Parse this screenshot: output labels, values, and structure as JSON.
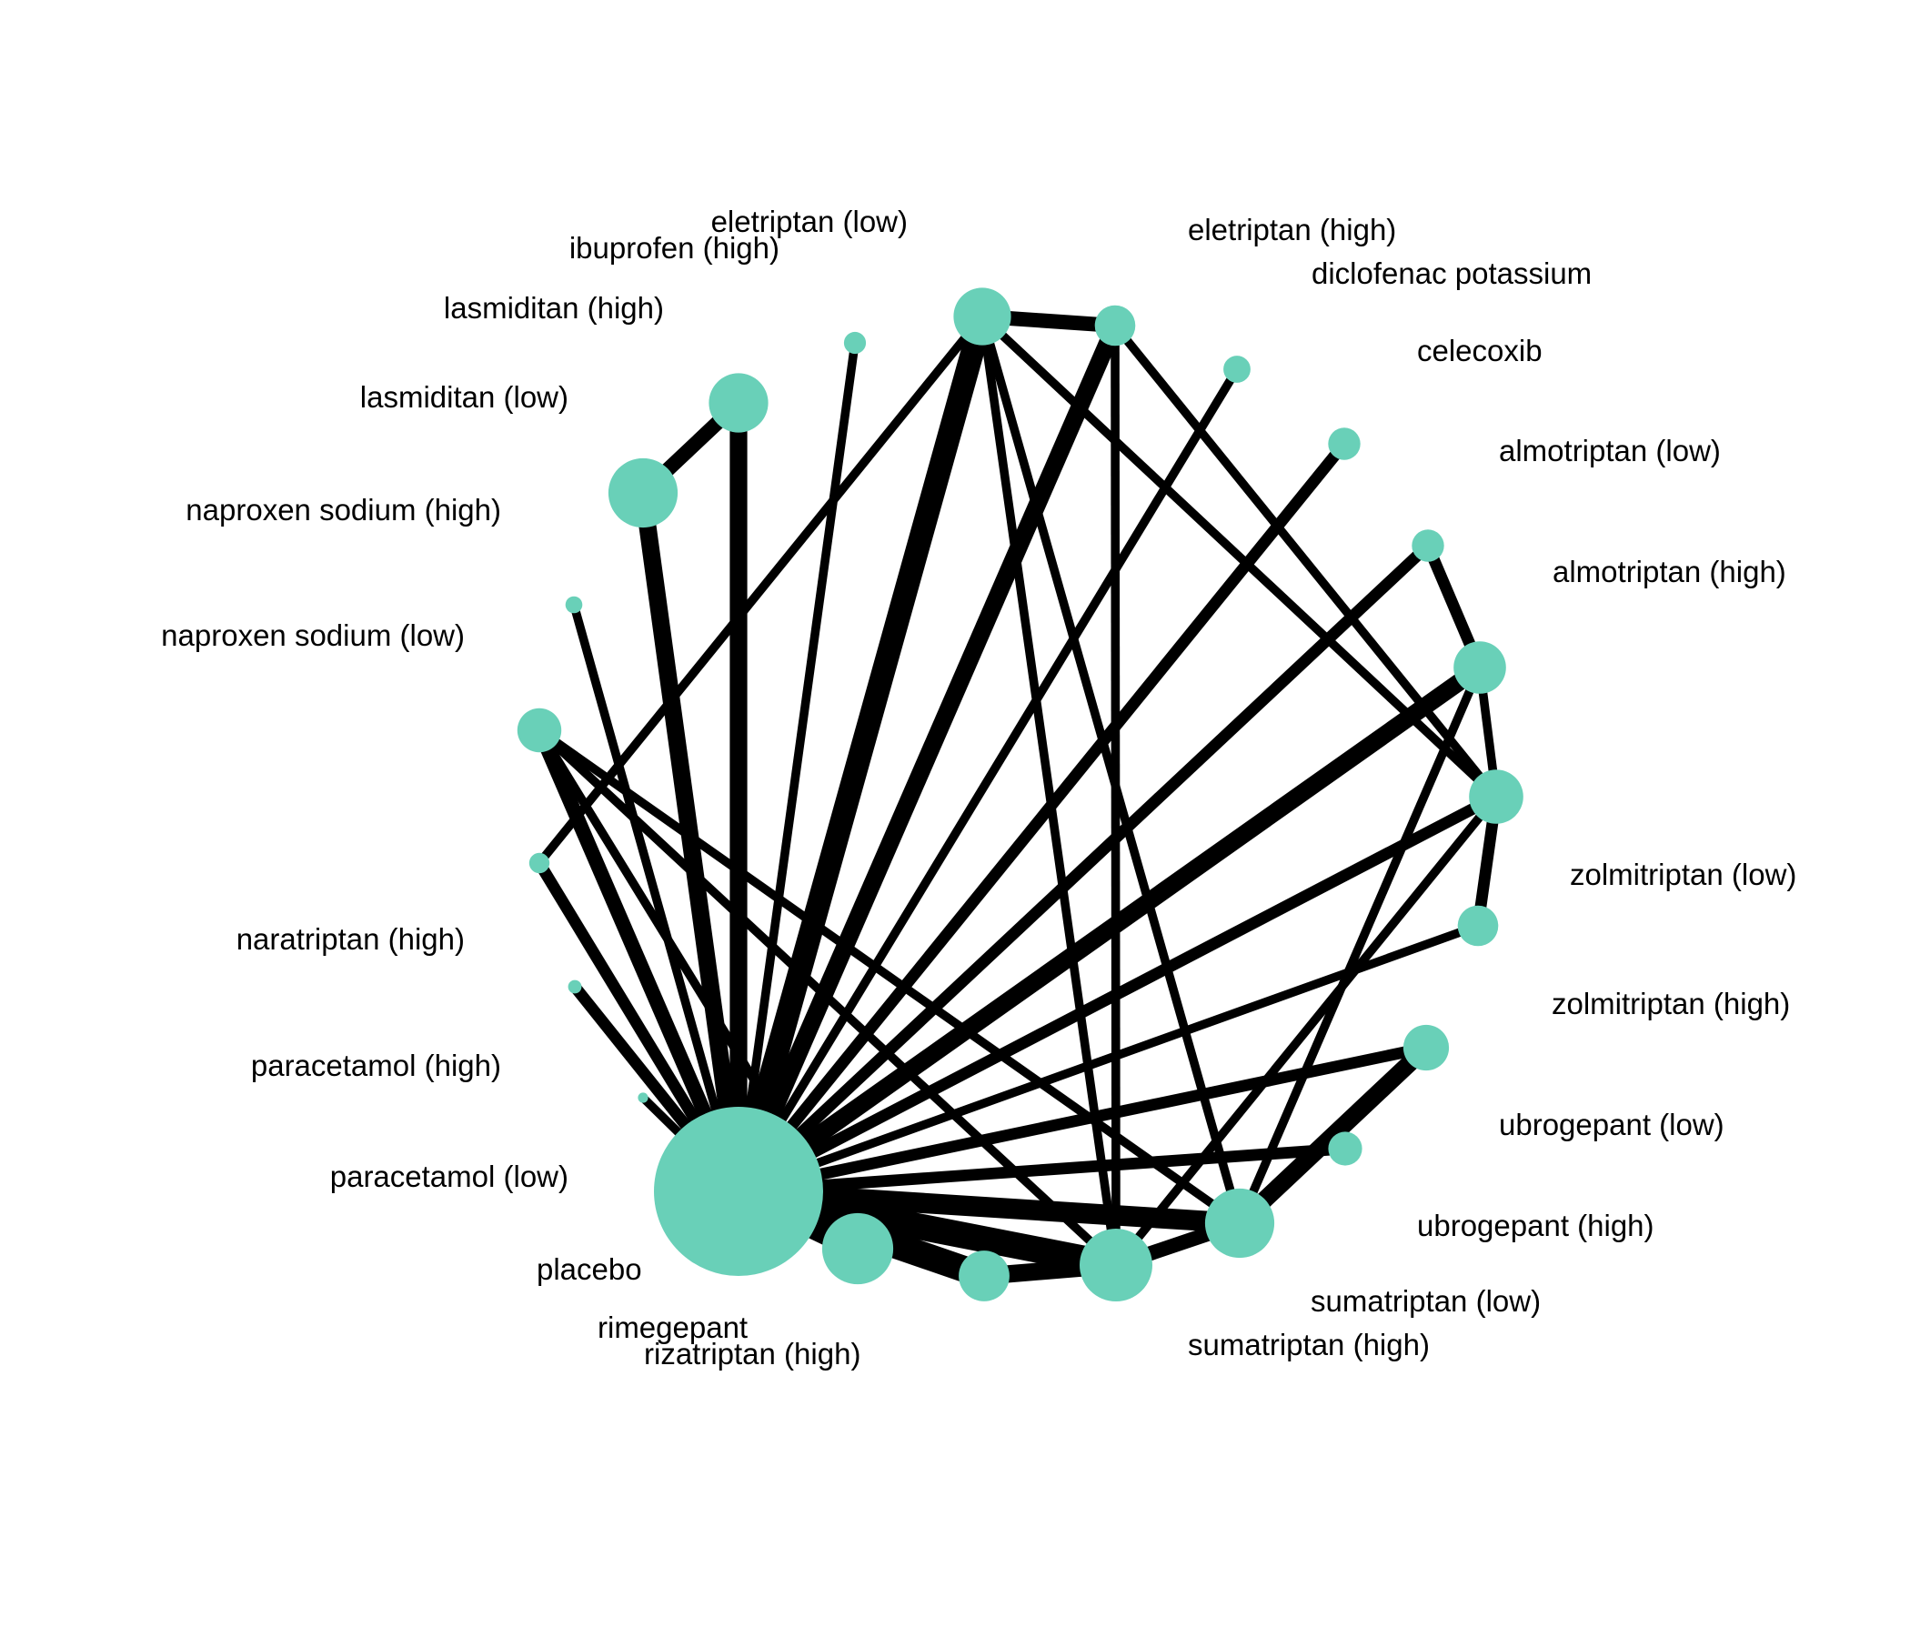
{
  "colors": {
    "node": "#69d0b8",
    "edge": "#000000",
    "background": "#ffffff"
  },
  "nodes": [
    {
      "id": "placebo",
      "label": "placebo",
      "size": 10
    },
    {
      "id": "rimegepant",
      "label": "rimegepant",
      "size": 4.2
    },
    {
      "id": "riza_h",
      "label": "rizatriptan (high)",
      "size": 3
    },
    {
      "id": "suma_h",
      "label": "sumatriptan (high)",
      "size": 4.3
    },
    {
      "id": "suma_l",
      "label": "sumatriptan (low)",
      "size": 4.1
    },
    {
      "id": "ubro_h",
      "label": "ubrogepant (high)",
      "size": 2
    },
    {
      "id": "ubro_l",
      "label": "ubrogepant (low)",
      "size": 2.7
    },
    {
      "id": "zolmi_h",
      "label": "zolmitriptan (high)",
      "size": 2.4
    },
    {
      "id": "zolmi_l",
      "label": "zolmitriptan (low)",
      "size": 3.2
    },
    {
      "id": "almo_h",
      "label": "almotriptan (high)",
      "size": 3.1
    },
    {
      "id": "almo_l",
      "label": "almotriptan (low)",
      "size": 1.9
    },
    {
      "id": "celecoxib",
      "label": "celecoxib",
      "size": 1.9
    },
    {
      "id": "diclo",
      "label": "diclofenac potassium",
      "size": 1.6
    },
    {
      "id": "ele_h",
      "label": "eletriptan (high)",
      "size": 2.4
    },
    {
      "id": "ele_l",
      "label": "eletriptan (low)",
      "size": 3.4
    },
    {
      "id": "ibu_h",
      "label": "ibuprofen (high)",
      "size": 1.3
    },
    {
      "id": "lasmi_h",
      "label": "lasmiditan (high)",
      "size": 3.5
    },
    {
      "id": "lasmi_l",
      "label": "lasmiditan (low)",
      "size": 4.1
    },
    {
      "id": "napro_h",
      "label": "naproxen sodium (high)",
      "size": 1
    },
    {
      "id": "napro_l",
      "label": "naproxen sodium (low)",
      "size": 2.6
    },
    {
      "id": "nara_h",
      "label": "naratriptan (high)",
      "size": 1.2
    },
    {
      "id": "para_h",
      "label": "paracetamol (high)",
      "size": 0.8
    },
    {
      "id": "para_l",
      "label": "paracetamol (low)",
      "size": 0.6
    }
  ],
  "edges": [
    {
      "source": "placebo",
      "target": "rimegepant",
      "weight": 8
    },
    {
      "source": "placebo",
      "target": "riza_h",
      "weight": 9
    },
    {
      "source": "placebo",
      "target": "suma_h",
      "weight": 9
    },
    {
      "source": "placebo",
      "target": "suma_l",
      "weight": 7
    },
    {
      "source": "placebo",
      "target": "ubro_h",
      "weight": 4
    },
    {
      "source": "placebo",
      "target": "ubro_l",
      "weight": 4
    },
    {
      "source": "placebo",
      "target": "zolmi_h",
      "weight": 3
    },
    {
      "source": "placebo",
      "target": "zolmi_l",
      "weight": 4
    },
    {
      "source": "placebo",
      "target": "almo_h",
      "weight": 6
    },
    {
      "source": "placebo",
      "target": "almo_l",
      "weight": 4
    },
    {
      "source": "placebo",
      "target": "celecoxib",
      "weight": 4
    },
    {
      "source": "placebo",
      "target": "diclo",
      "weight": 3
    },
    {
      "source": "placebo",
      "target": "ele_h",
      "weight": 6
    },
    {
      "source": "placebo",
      "target": "ele_l",
      "weight": 8
    },
    {
      "source": "placebo",
      "target": "ibu_h",
      "weight": 3
    },
    {
      "source": "placebo",
      "target": "lasmi_h",
      "weight": 6
    },
    {
      "source": "placebo",
      "target": "lasmi_l",
      "weight": 6
    },
    {
      "source": "placebo",
      "target": "napro_h",
      "weight": 3
    },
    {
      "source": "placebo",
      "target": "napro_l",
      "weight": 5
    },
    {
      "source": "placebo",
      "target": "nara_h",
      "weight": 4
    },
    {
      "source": "placebo",
      "target": "para_h",
      "weight": 4
    },
    {
      "source": "placebo",
      "target": "para_l",
      "weight": 3
    },
    {
      "source": "suma_h",
      "target": "riza_h",
      "weight": 6
    },
    {
      "source": "suma_h",
      "target": "suma_l",
      "weight": 5
    },
    {
      "source": "suma_h",
      "target": "ele_h",
      "weight": 3
    },
    {
      "source": "suma_h",
      "target": "ele_l",
      "weight": 3
    },
    {
      "source": "suma_h",
      "target": "zolmi_l",
      "weight": 3
    },
    {
      "source": "suma_h",
      "target": "napro_l",
      "weight": 3
    },
    {
      "source": "suma_l",
      "target": "ubro_l",
      "weight": 6
    },
    {
      "source": "suma_l",
      "target": "almo_h",
      "weight": 3
    },
    {
      "source": "suma_l",
      "target": "ele_l",
      "weight": 3
    },
    {
      "source": "suma_l",
      "target": "napro_l",
      "weight": 3
    },
    {
      "source": "ele_l",
      "target": "ele_h",
      "weight": 5
    },
    {
      "source": "ele_l",
      "target": "zolmi_l",
      "weight": 3
    },
    {
      "source": "ele_l",
      "target": "nara_h",
      "weight": 3
    },
    {
      "source": "ele_h",
      "target": "zolmi_l",
      "weight": 3
    },
    {
      "source": "almo_l",
      "target": "almo_h",
      "weight": 4
    },
    {
      "source": "almo_h",
      "target": "zolmi_l",
      "weight": 3
    },
    {
      "source": "zolmi_l",
      "target": "zolmi_h",
      "weight": 4
    },
    {
      "source": "lasmi_l",
      "target": "lasmi_h",
      "weight": 5
    },
    {
      "source": "napro_l",
      "target": "rimegepant",
      "weight": 3
    }
  ]
}
